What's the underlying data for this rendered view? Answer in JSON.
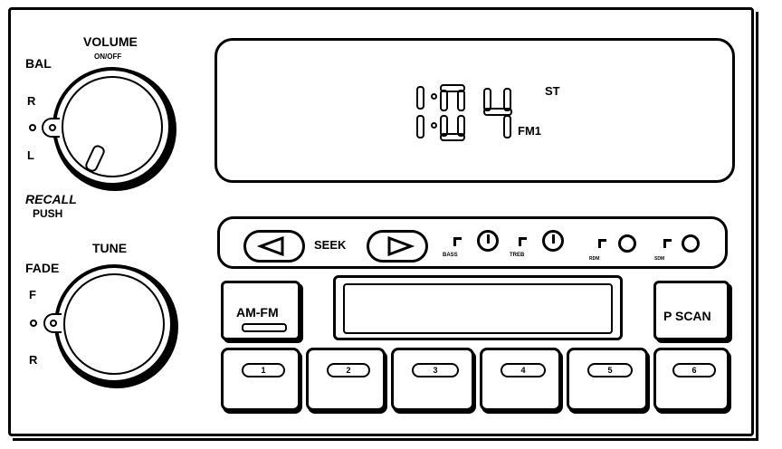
{
  "left_controls": {
    "volume_label": "VOLUME",
    "on_off_label": "ON/OFF",
    "bal_label": "BAL",
    "bal_r": "R",
    "bal_l": "L",
    "recall_label": "RECALL",
    "push_label": "PUSH",
    "tune_label": "TUNE",
    "fade_label": "FADE",
    "fade_f": "F",
    "fade_r": "R"
  },
  "display": {
    "time": "1:04",
    "stereo_indicator": "ST",
    "band_indicator": "FM1"
  },
  "panel": {
    "seek_label": "SEEK",
    "bass_label": "BASS",
    "treb_label": "TREB",
    "rdm_label": "RDM",
    "sdm_label": "SDM"
  },
  "buttons": {
    "am_fm_label": "AM-FM",
    "pscan_label": "P SCAN",
    "presets": [
      "1",
      "2",
      "3",
      "4",
      "5",
      "6"
    ]
  }
}
